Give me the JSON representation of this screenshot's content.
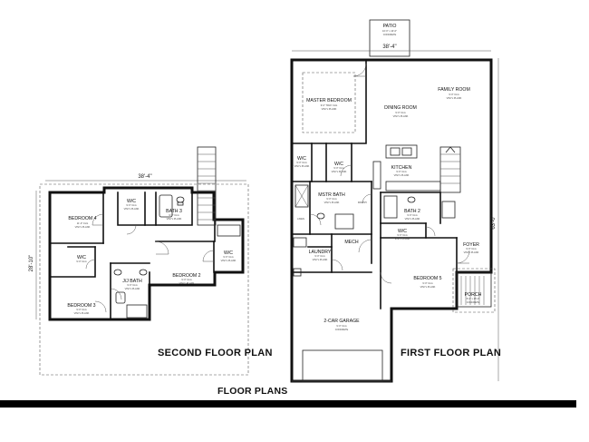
{
  "titles": {
    "second_floor": "SECOND FLOOR PLAN",
    "first_floor": "FIRST FLOOR PLAN",
    "floor_plans": "FLOOR PLANS"
  },
  "dimensions": {
    "second_width": "38'-4\"",
    "second_depth": "28'-10\"",
    "first_width": "38'-4\"",
    "first_depth": "63'-0\""
  },
  "second_floor_rooms": {
    "bedroom4": {
      "name": "BEDROOM 4",
      "size": "11'-0\" CLG",
      "finish": "VINYL PLANK"
    },
    "wic_top": {
      "name": "W/C",
      "size": "9'-0\" CLG",
      "finish": "VINYL PLANK"
    },
    "bath3": {
      "name": "BATH 3",
      "size": "9'-0\" CLG",
      "finish": "VINYL PLANK"
    },
    "wic_left": {
      "name": "W/C",
      "size": "9'-0\" CLG",
      "finish": ""
    },
    "wic_right": {
      "name": "W/C",
      "size": "9'-0\" CLG",
      "finish": "VINYL PLANK"
    },
    "jj_bath": {
      "name": "J/J BATH",
      "size": "9'-0\" CLG",
      "finish": "VINYL PLANK"
    },
    "bedroom3": {
      "name": "BEDROOM 3",
      "size": "9'-0\" CLG",
      "finish": "VINYL PLANK"
    },
    "bedroom2": {
      "name": "BEDROOM 2",
      "size": "9'-0\" CLG",
      "finish": "VINYL PLANK"
    }
  },
  "first_floor_rooms": {
    "patio": {
      "name": "PATIO",
      "size": "10'-0\" x 10'-0\"",
      "finish": "CONCRETE"
    },
    "master_bedroom": {
      "name": "MASTER BEDROOM",
      "size": "9'-0\" TRAY CLG",
      "finish": "VINYL PLANK"
    },
    "dining_room": {
      "name": "DINING ROOM",
      "size": "9'-0\" CLG",
      "finish": "VINYL PLANK"
    },
    "family_room": {
      "name": "FAMILY ROOM",
      "size": "9'-0\" CLG",
      "finish": "VINYL PLANK"
    },
    "wic1": {
      "name": "W/C",
      "size": "9'-0\" CLG",
      "finish": "VINYL PLANK"
    },
    "wic2": {
      "name": "W/C",
      "size": "9'-0\" CLG",
      "finish": "VINYL PLANK"
    },
    "kitchen": {
      "name": "KITCHEN",
      "size": "9'-0\" CLG",
      "finish": "VINYL PLANK"
    },
    "mstr_bath": {
      "name": "MSTR BATH",
      "size": "9'-0\" CLG",
      "finish": "VINYL PLANK"
    },
    "pantry": {
      "name": "PANTRY",
      "size": "",
      "finish": ""
    },
    "linen": {
      "name": "LINEN",
      "size": "",
      "finish": ""
    },
    "bath2": {
      "name": "BATH 2",
      "size": "9'-0\" CLG",
      "finish": "VINYL PLANK"
    },
    "wic3": {
      "name": "W/C",
      "size": "9'-0\" CLG",
      "finish": "VINYL PLANK"
    },
    "laundry": {
      "name": "LAUNDRY",
      "size": "9'-0\" CLG",
      "finish": "VINYL PLANK"
    },
    "mech": {
      "name": "MECH",
      "size": "",
      "finish": ""
    },
    "foyer": {
      "name": "FOYER",
      "size": "9'-0\" CLG",
      "finish": "VINYL PLANK"
    },
    "bedroom5": {
      "name": "BEDROOM 5",
      "size": "9'-0\" CLG",
      "finish": "VINYL PLANK"
    },
    "porch": {
      "name": "PORCH",
      "size": "5'-0\" x 15'-0\"",
      "finish": "CONCRETE"
    },
    "garage": {
      "name": "2-CAR GARAGE",
      "size": "9'-0\" CLG",
      "finish": "CONCRETE"
    }
  }
}
